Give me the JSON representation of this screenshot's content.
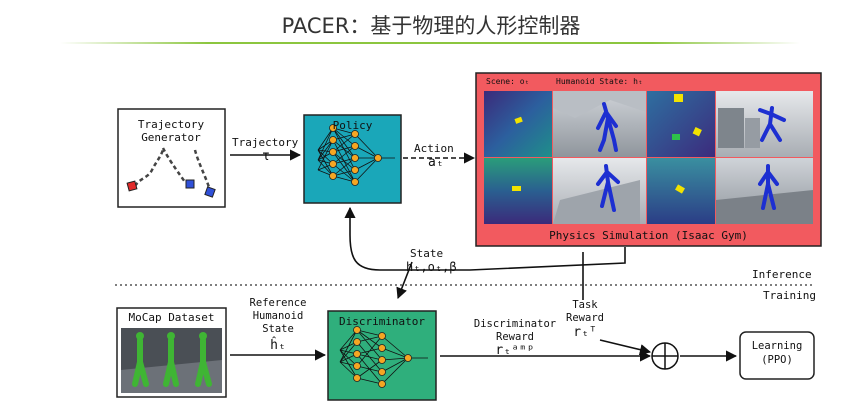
{
  "slide": {
    "title": "PACER：基于物理的人形控制器"
  },
  "diagram": {
    "trajectory_generator": {
      "line1": "Trajectory",
      "line2": "Generator"
    },
    "trajectory_arrow": {
      "line1": "Trajectory",
      "symbol": "τ"
    },
    "policy": {
      "label": "Policy"
    },
    "action_arrow": {
      "line1": "Action",
      "symbol": "aₜ"
    },
    "simulation": {
      "scene_label": "Scene: oₜ",
      "humanoid_label": "Humanoid State: hₜ",
      "caption": "Physics Simulation (Isaac Gym)"
    },
    "state": {
      "line1": "State",
      "line2": "hₜ,oₜ,β"
    },
    "phase_labels": {
      "inference": "Inference",
      "training": "Training"
    },
    "mocap": {
      "label": "MoCap Dataset"
    },
    "reference": {
      "line1": "Reference",
      "line2": "Humanoid",
      "line3": "State",
      "symbol": "ĥₜ"
    },
    "discriminator": {
      "label": "Discriminator"
    },
    "disc_reward": {
      "line1": "Discriminator",
      "line2": "Reward",
      "symbol": "rₜᵃᵐᵖ"
    },
    "task_reward": {
      "line1": "Task",
      "line2": "Reward",
      "symbol": "rₜᵀ"
    },
    "learning": {
      "line1": "Learning",
      "line2": "(PPO)"
    }
  },
  "colors": {
    "policy_fill": "#1aa7b9",
    "discriminator_fill": "#2faf7c",
    "simulation_fill": "#f25a5f",
    "node_fill": "#f5a623",
    "accent_green": "#8cc63f"
  }
}
